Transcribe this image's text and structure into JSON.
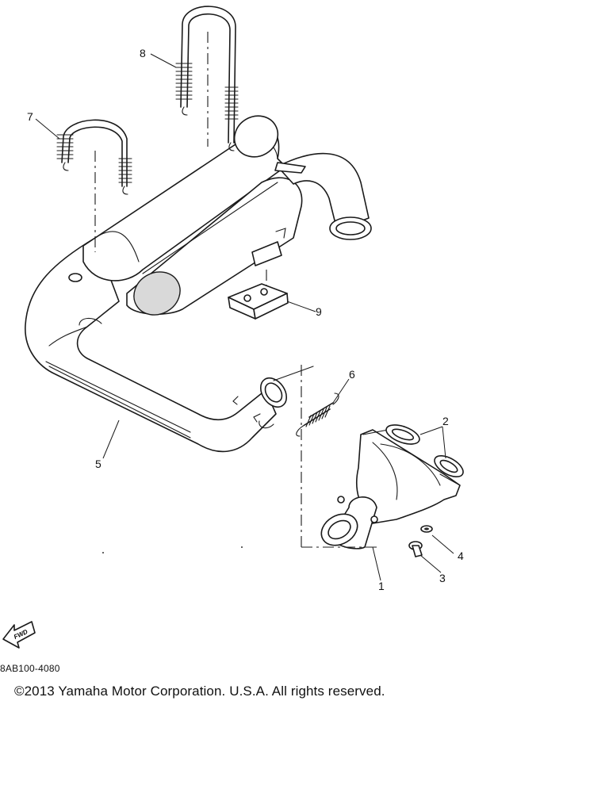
{
  "diagram": {
    "callouts": [
      "1",
      "2",
      "3",
      "4",
      "5",
      "6",
      "7",
      "8",
      "9"
    ],
    "fwd_label": "FWD",
    "part_code": "8AB100-4080"
  },
  "footer": {
    "copyright": "©2013 Yamaha Motor Corporation. U.S.A. All rights reserved."
  }
}
